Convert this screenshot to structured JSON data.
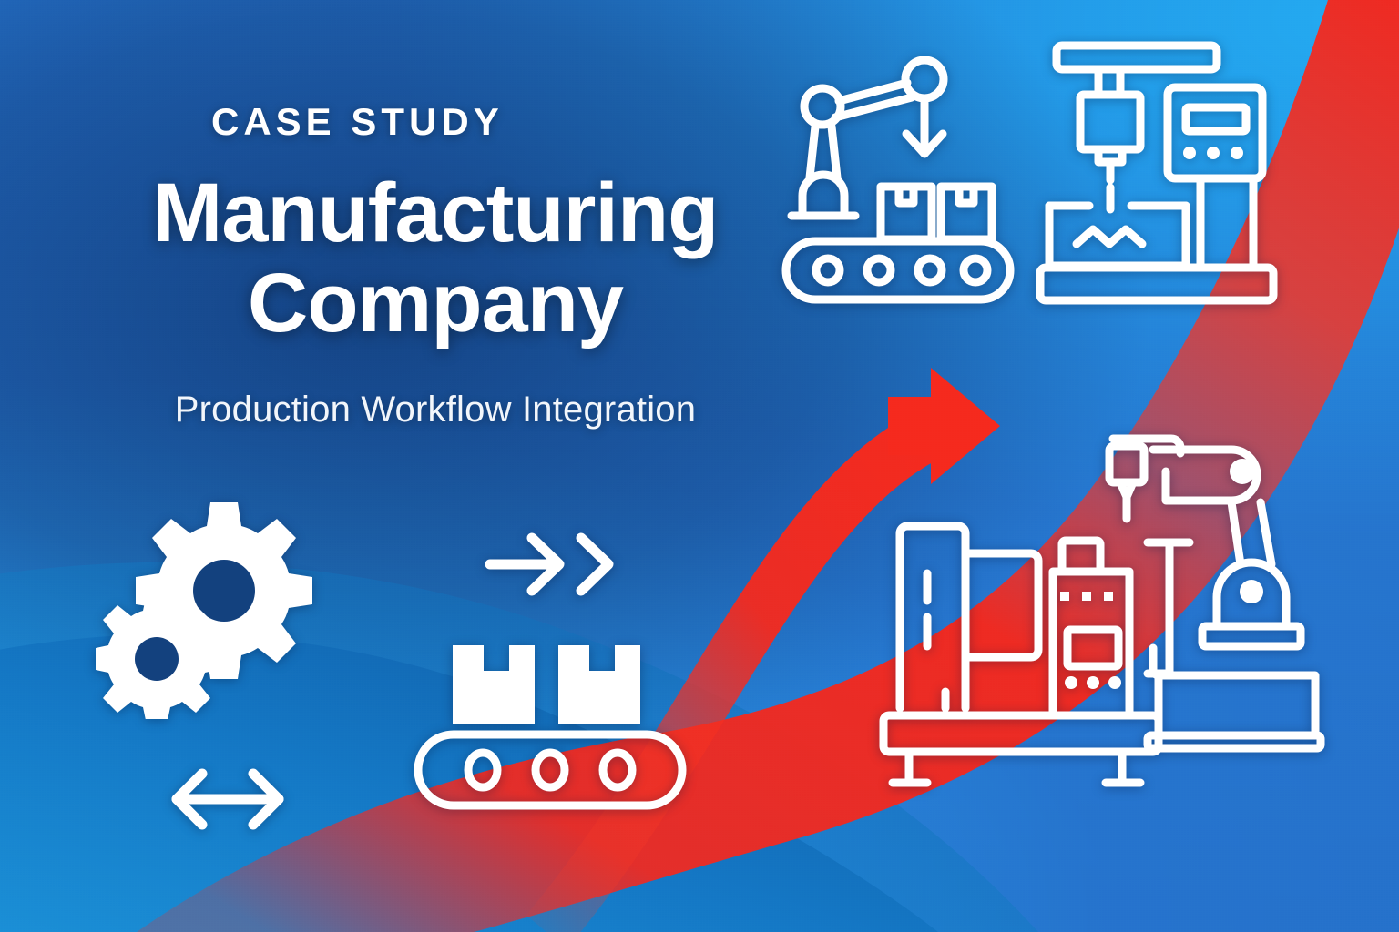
{
  "banner": {
    "eyebrow": "CASE STUDY",
    "title_line_1": "Manufacturing",
    "title_line_2": "Company",
    "subtitle": "Production Workflow Integration"
  },
  "colors": {
    "navy_deep": "#0e3173",
    "navy_dark": "#0d2f6e",
    "blue_bright": "#0d7fd4",
    "blue_wave": "#1a78c8",
    "red_accent": "#ee2a22",
    "red_arrow": "#f5291d",
    "icon_white": "#ffffff"
  },
  "icons": [
    {
      "name": "robot-arm-conveyor-icon",
      "label": "Robotic arm placing boxes on conveyor"
    },
    {
      "name": "cnc-machine-icon",
      "label": "CNC machine with control panel"
    },
    {
      "name": "factory-machine-robot-icon",
      "label": "Industrial machine with welding robot arm"
    },
    {
      "name": "gears-icon",
      "label": "Two interlocking gears"
    },
    {
      "name": "arrow-chevron-right-icon",
      "label": "Arrow right with chevron"
    },
    {
      "name": "boxes-conveyor-icon",
      "label": "Two boxes on roller conveyor"
    },
    {
      "name": "bidirectional-arrow-icon",
      "label": "Left-right double arrow"
    },
    {
      "name": "red-curved-arrow-icon",
      "label": "Red curved arrow pointing right"
    }
  ]
}
